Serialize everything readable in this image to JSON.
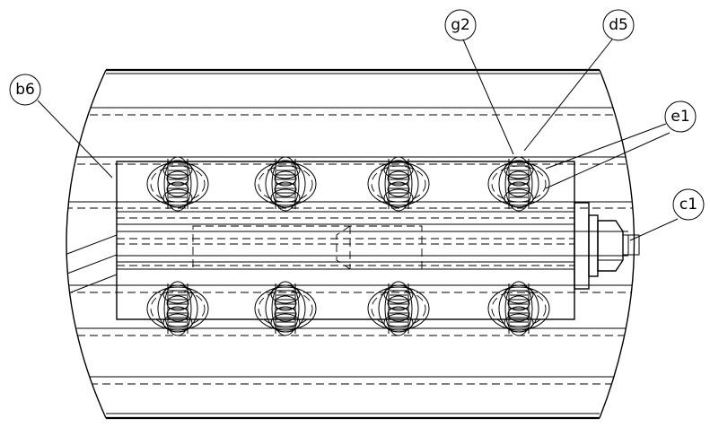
{
  "labels": {
    "b6": "b6",
    "g2": "g2",
    "d5": "d5",
    "e1": "e1",
    "c1": "c1"
  },
  "colors": {
    "line": "#000000",
    "background": "#ffffff"
  }
}
